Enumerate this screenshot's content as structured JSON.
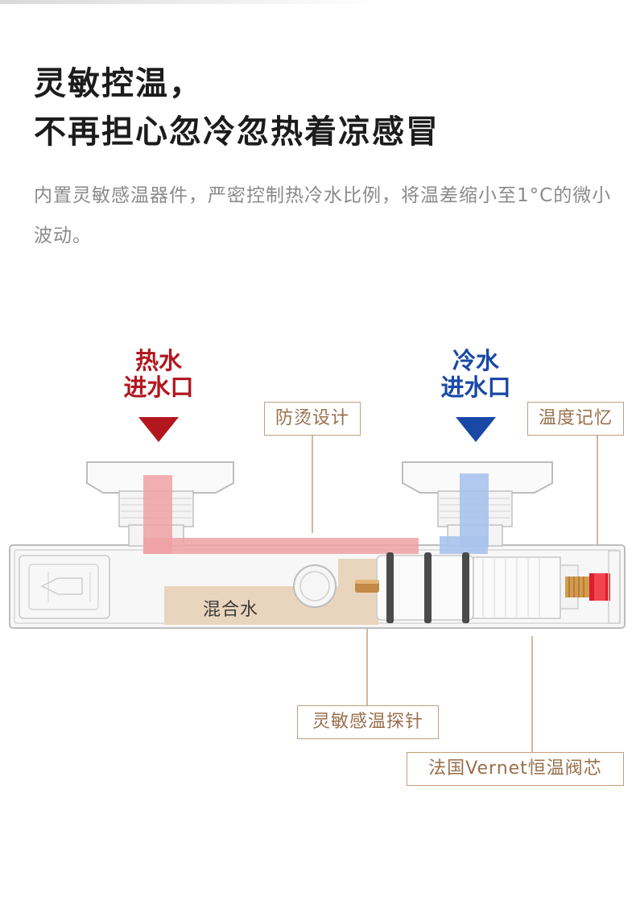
{
  "header": {
    "title_line1": "灵敏控温，",
    "title_line2": "不再担心忽冷忽热着凉感冒",
    "description": "内置灵敏感温器件，严密控制热冷水比例，将温差缩小至1°C的微小波动。"
  },
  "diagram": {
    "hot_inlet": {
      "line1": "热水",
      "line2": "进水口"
    },
    "cold_inlet": {
      "line1": "冷水",
      "line2": "进水口"
    },
    "mixed_water": "混合水",
    "callouts": {
      "anti_scald": "防烫设计",
      "temperature_memory": "温度记忆",
      "sensitive_probe": "灵敏感温探针",
      "vernet_core": "法国Vernet恒温阀芯"
    },
    "colors": {
      "hot": "#b2171f",
      "cold": "#1948a6",
      "callout_border": "#c59e7c",
      "mixed_water_fill": "#e9d5bd",
      "hot_channel": "#f0a1a5",
      "cold_channel": "#a8c3ec"
    }
  }
}
